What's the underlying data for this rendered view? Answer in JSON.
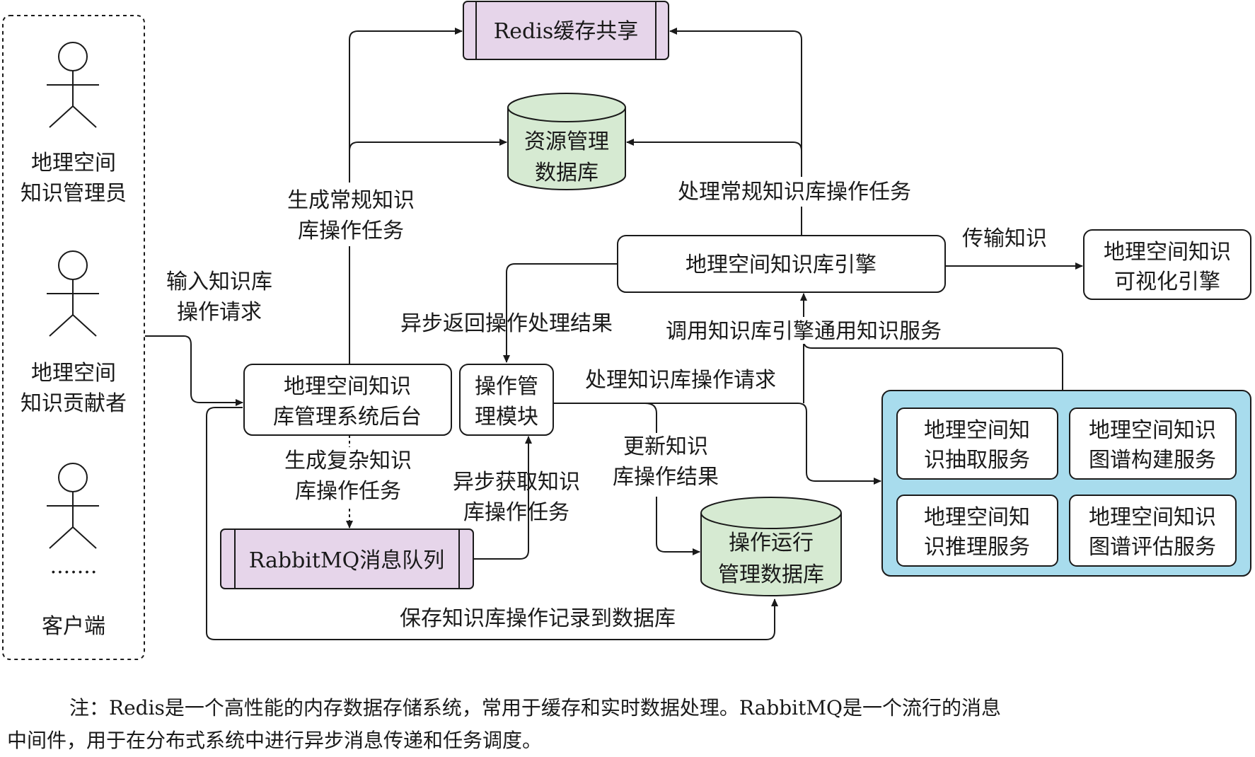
{
  "client_panel": {
    "roles": [
      {
        "line1": "地理空间",
        "line2": "知识管理员"
      },
      {
        "line1": "地理空间",
        "line2": "知识贡献者"
      }
    ],
    "ellipsis": ".......",
    "label": "客户端"
  },
  "nodes": {
    "redis": "Redis缓存共享",
    "resource_db": [
      "资源管理",
      "数据库"
    ],
    "kb_engine": "地理空间知识库引擎",
    "viz_engine": [
      "地理空间知识",
      "可视化引擎"
    ],
    "backend": [
      "地理空间知识",
      "库管理系统后台"
    ],
    "op_module": [
      "操作管",
      "理模块"
    ],
    "rabbitmq": "RabbitMQ消息队列",
    "ops_db": [
      "操作运行",
      "管理数据库"
    ],
    "services": [
      [
        "地理空间知",
        "识抽取服务"
      ],
      [
        "地理空间知识",
        "图谱构建服务"
      ],
      [
        "地理空间知",
        "识推理服务"
      ],
      [
        "地理空间知识",
        "图谱评估服务"
      ]
    ]
  },
  "edge_labels": {
    "input_request": [
      "输入知识库",
      "操作请求"
    ],
    "gen_regular": [
      "生成常规知识",
      "库操作任务"
    ],
    "proc_regular": "处理常规知识库操作任务",
    "transfer": "传输知识",
    "async_return": "异步返回操作处理结果",
    "call_engine": "调用知识库引擎通用知识服务",
    "proc_request": "处理知识库操作请求",
    "gen_complex": [
      "生成复杂知识",
      "库操作任务"
    ],
    "async_fetch": [
      "异步获取知识",
      "库操作任务"
    ],
    "update_result": [
      "更新知识",
      "库操作结果"
    ],
    "save_record": "保存知识库操作记录到数据库"
  },
  "note": {
    "line1": "注：Redis是一个高性能的内存数据存储系统，常用于缓存和实时数据处理。RabbitMQ是一个流行的消息",
    "line2": "中间件，用于在分布式系统中进行异步消息传递和任务调度。"
  },
  "colors": {
    "purple": "#e6d5ea",
    "green": "#d6ead2",
    "blue": "#a8dced",
    "line": "#1a1a1a"
  }
}
